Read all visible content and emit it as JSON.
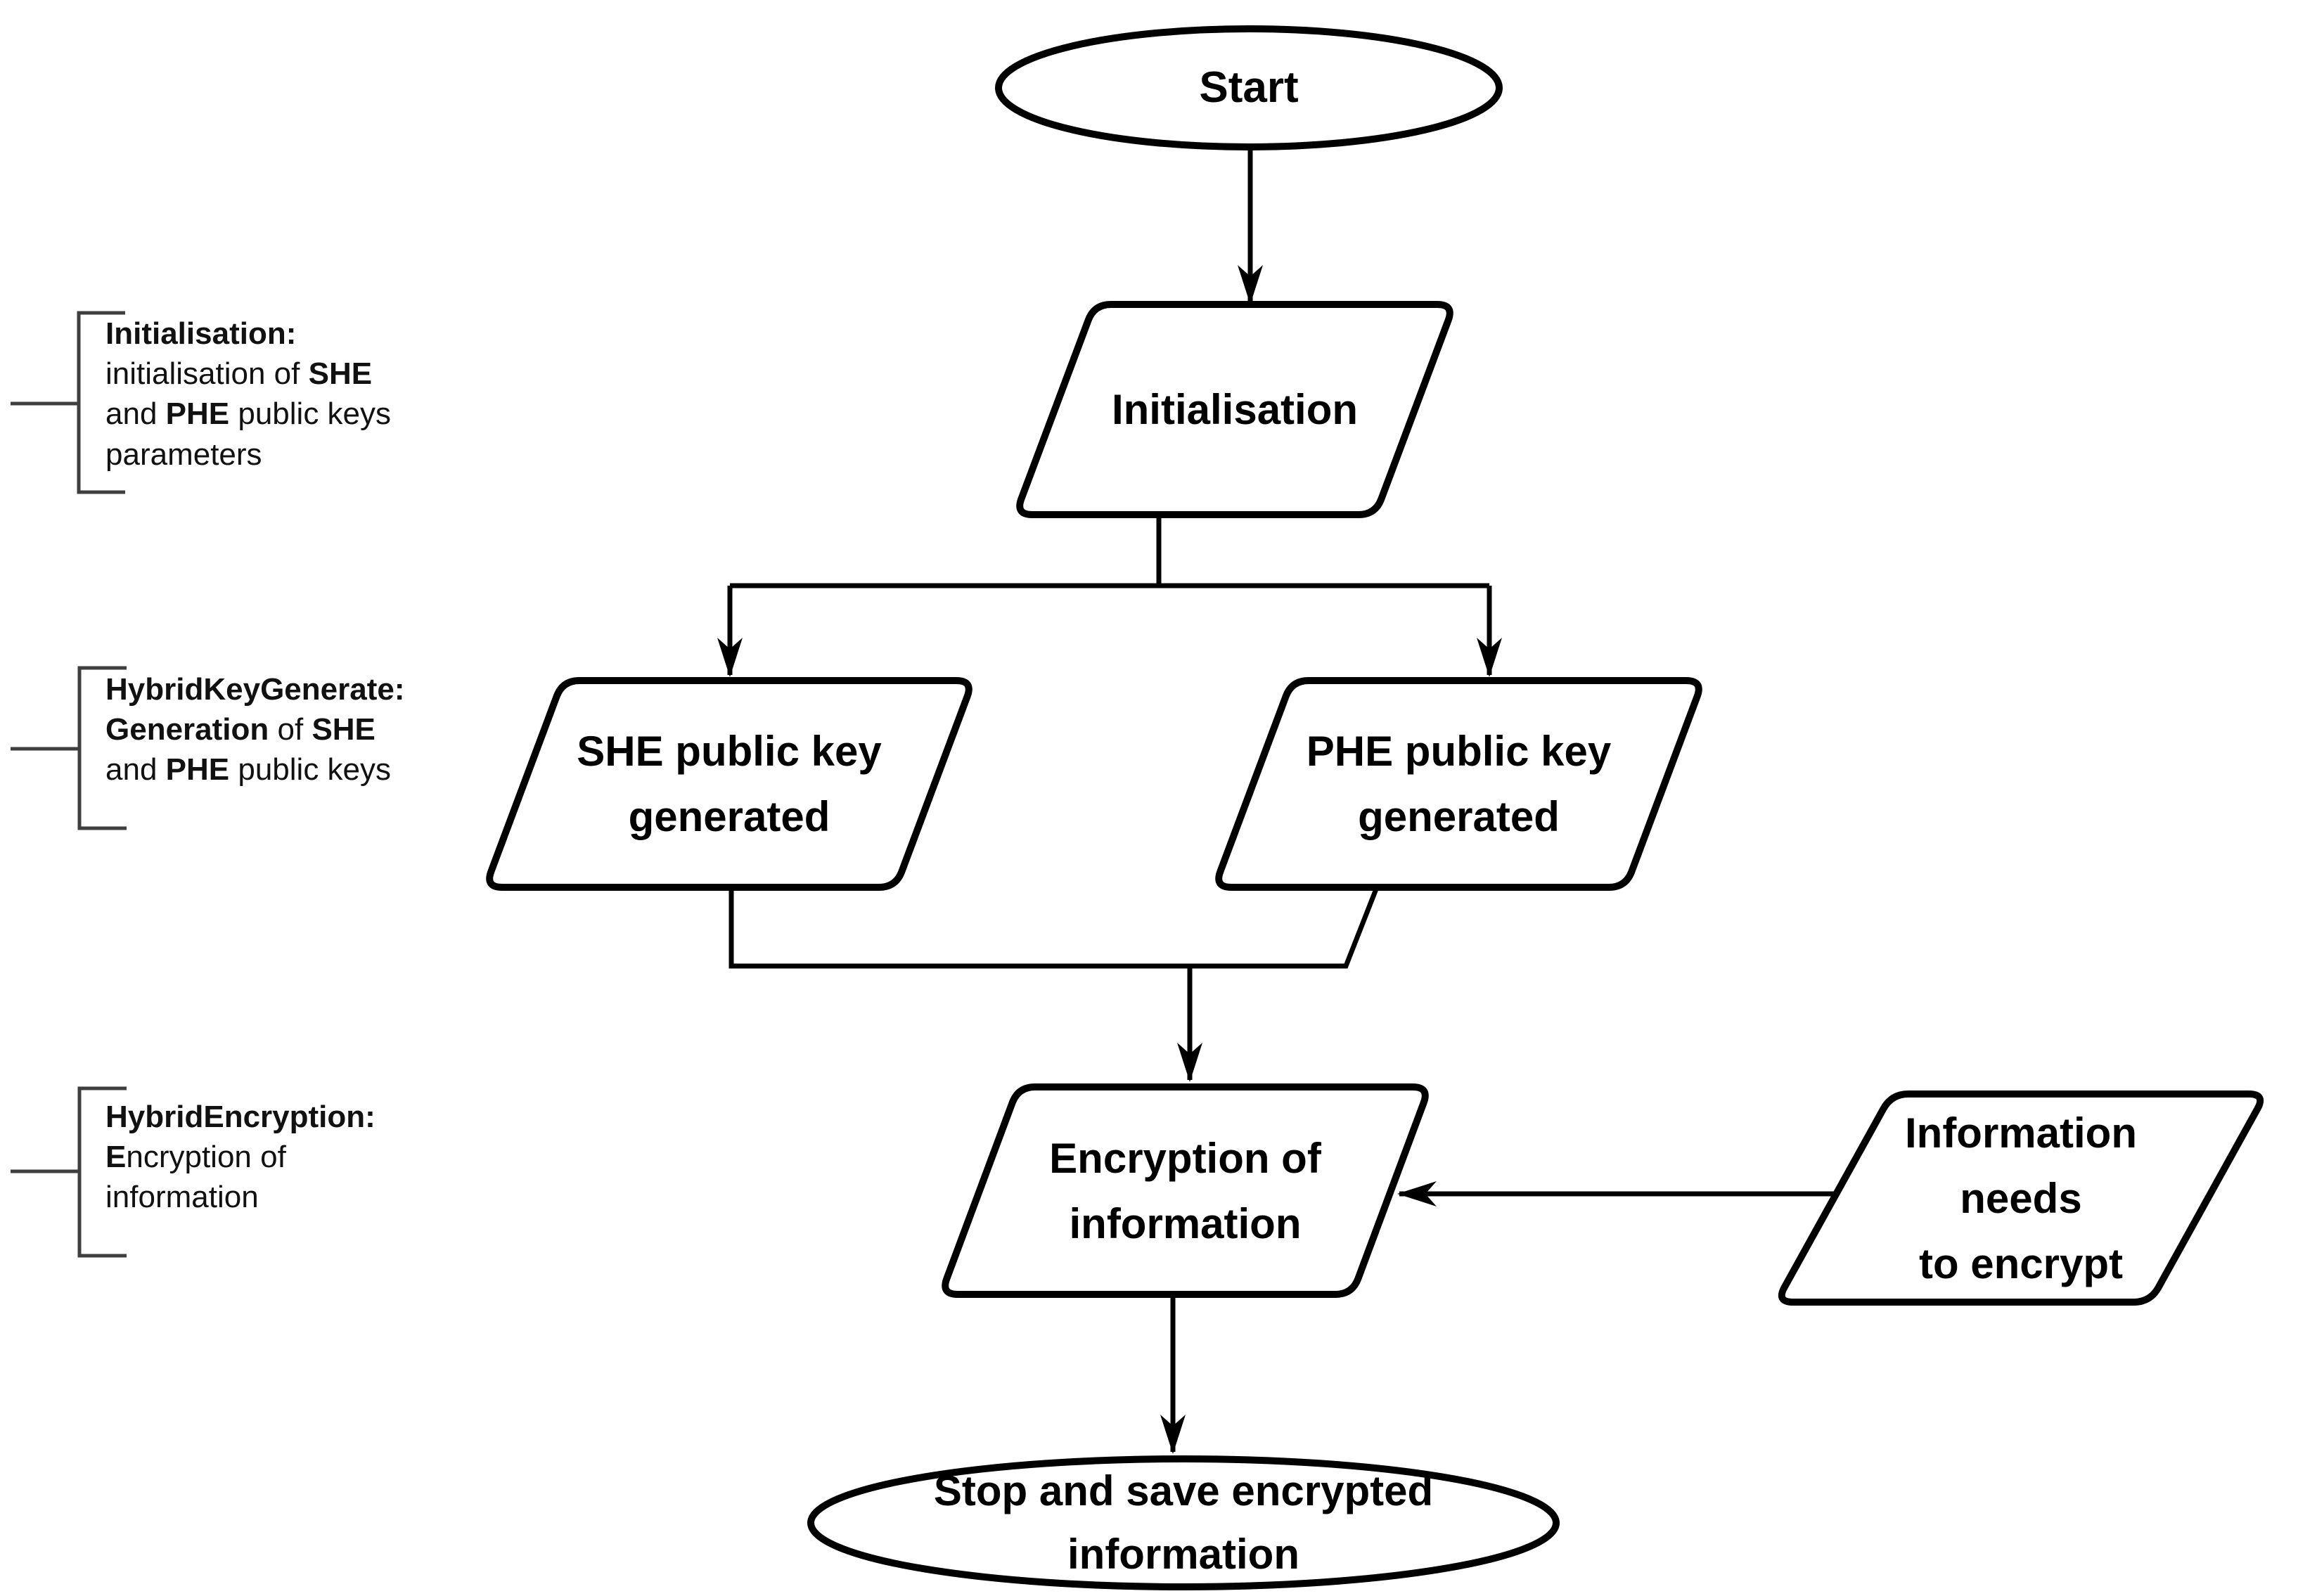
{
  "diagram": {
    "nodes": {
      "start": "Start",
      "initialisation": "Initialisation",
      "she_key": "SHE public key\ngenerated",
      "phe_key": "PHE public key\ngenerated",
      "encryption": "Encryption of\ninformation",
      "information": "Information\nneeds\nto encrypt",
      "stop": "Stop and save encrypted\ninformation"
    },
    "annotations": [
      {
        "lines": [
          [
            {
              "t": "Initialisation:",
              "b": true
            }
          ],
          [
            {
              "t": "initialisation of ",
              "b": false
            },
            {
              "t": "SHE",
              "b": true
            }
          ],
          [
            {
              "t": "and ",
              "b": false
            },
            {
              "t": "PHE",
              "b": true
            },
            {
              "t": " public keys",
              "b": false
            }
          ],
          [
            {
              "t": "parameters",
              "b": false
            }
          ]
        ]
      },
      {
        "lines": [
          [
            {
              "t": "HybridKeyGenerate:",
              "b": true
            }
          ],
          [
            {
              "t": "Generation",
              "b": true
            },
            {
              "t": " of ",
              "b": false
            },
            {
              "t": "SHE",
              "b": true
            }
          ],
          [
            {
              "t": "and ",
              "b": false
            },
            {
              "t": "PHE",
              "b": true
            },
            {
              "t": " public keys",
              "b": false
            }
          ]
        ]
      },
      {
        "lines": [
          [
            {
              "t": "HybridEncryption:",
              "b": true
            }
          ],
          [
            {
              "t": "E",
              "b": true
            },
            {
              "t": "ncryption of",
              "b": false
            }
          ],
          [
            {
              "t": "information",
              "b": false
            }
          ]
        ]
      }
    ],
    "colors": {
      "stroke": "#000000",
      "bracket": "#3f3f3f",
      "background": "#ffffff",
      "text": "#000000"
    }
  }
}
